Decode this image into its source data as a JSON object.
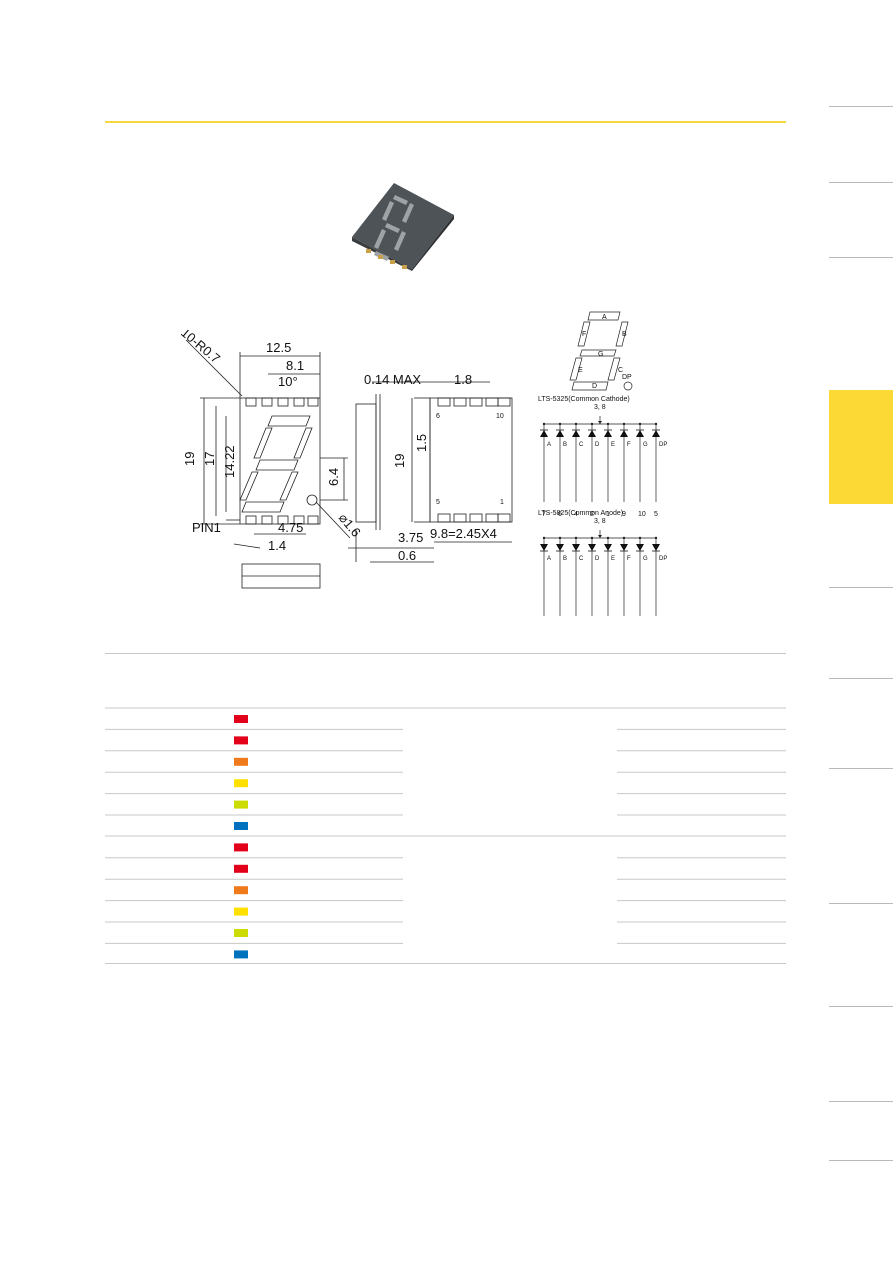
{
  "package_dims": {
    "corner_radius": "10-R0.7",
    "width": "12.5",
    "seg_width": "8.1",
    "angle": "10°",
    "height": "19",
    "height2": "17",
    "height3": "14.22",
    "dp_offset": "6.4",
    "pin_pitch": "4.75",
    "pin_offset": "1.4",
    "dp_dia": "⌀1.6",
    "pin1": "PIN1",
    "max_thick": "0.14 MAX",
    "pad_len": "1.8",
    "side_height": "19",
    "pad_w": "1.5",
    "depth": "3.75",
    "lead": "0.6",
    "pitch_total": "9.8=2.45X4",
    "pin_6": "6",
    "pin_10": "10",
    "pin_5": "5",
    "pin_1": "1"
  },
  "segment_labels": {
    "a": "A",
    "b": "B",
    "c": "C",
    "d": "D",
    "e": "E",
    "f": "F",
    "g": "G",
    "dp": "DP"
  },
  "cathode": {
    "title": "LTS-5325(Common Cathode)",
    "common_pins": "3, 8"
  },
  "anode": {
    "title": "LTS-5825(Common Anode)",
    "common_pins": "3, 8"
  },
  "segments": [
    "A",
    "B",
    "C",
    "D",
    "E",
    "F",
    "G",
    "DP"
  ],
  "pins": [
    "7",
    "6",
    "4",
    "2",
    "1",
    "9",
    "10",
    "5"
  ],
  "colors": {
    "accent_yellow": "#fcd934",
    "red": "#e3001b",
    "orange": "#ee7a1c",
    "yellow": "#ffe000",
    "yellow_green": "#cddc00",
    "blue": "#0071bc"
  },
  "table_rows": [
    {
      "color": "#e3001b"
    },
    {
      "color": "#e3001b"
    },
    {
      "color": "#ee7a1c"
    },
    {
      "color": "#ffe000"
    },
    {
      "color": "#cddc00"
    },
    {
      "color": "#0071bc"
    },
    {
      "color": "#e3001b"
    },
    {
      "color": "#e3001b"
    },
    {
      "color": "#ee7a1c"
    },
    {
      "color": "#ffe000"
    },
    {
      "color": "#cddc00"
    },
    {
      "color": "#0071bc"
    }
  ]
}
